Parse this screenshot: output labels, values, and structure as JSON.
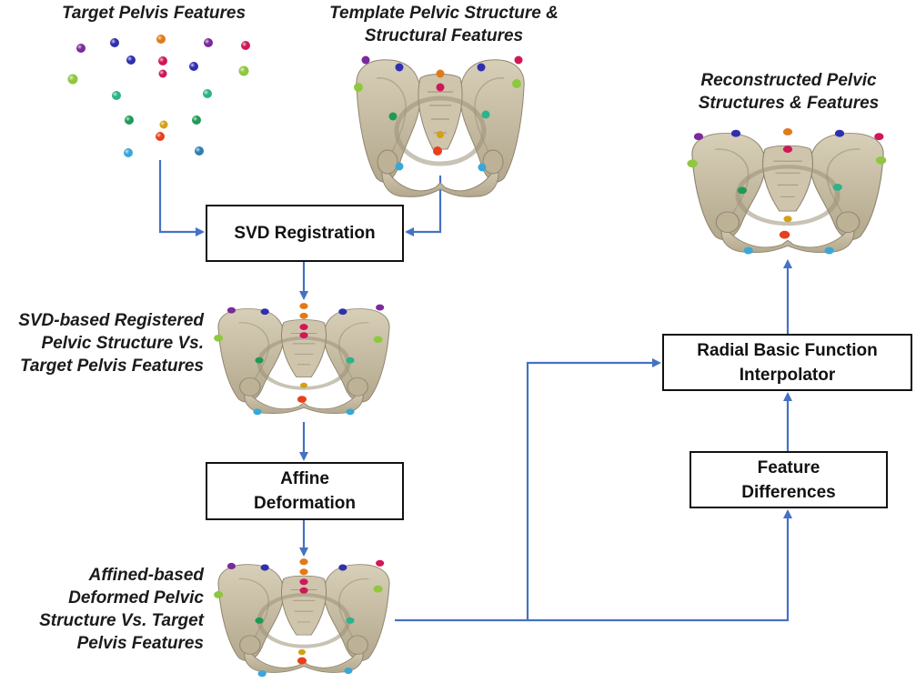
{
  "captions": {
    "target_features": "Target Pelvis Features",
    "template_structure": "Template Pelvic Structure &\nStructural Features",
    "reconstructed": "Reconstructed Pelvic\nStructures & Features",
    "svd_registered": "SVD-based Registered\nPelvic Structure Vs.\nTarget Pelvis Features",
    "affine_deformed": "Affined-based\nDeformed Pelvic\nStructure Vs. Target\nPelvis Features"
  },
  "boxes": {
    "svd_registration": "SVD Registration",
    "affine_deformation": "Affine\nDeformation",
    "rbf_interpolator": "Radial Basic Function\nInterpolator",
    "feature_differences": "Feature\nDifferences"
  },
  "colors": {
    "arrow": "#4472c4",
    "bone": "#c9bfa6",
    "bone_dark": "#8f8671",
    "box_border": "#111111"
  },
  "feature_point_colors": [
    "#7b2a9b",
    "#2f2fb0",
    "#e07b1a",
    "#d0175a",
    "#3aa7d9",
    "#8fc73e",
    "#2cb38a",
    "#1e9a58",
    "#d4a017",
    "#e8401c"
  ]
}
